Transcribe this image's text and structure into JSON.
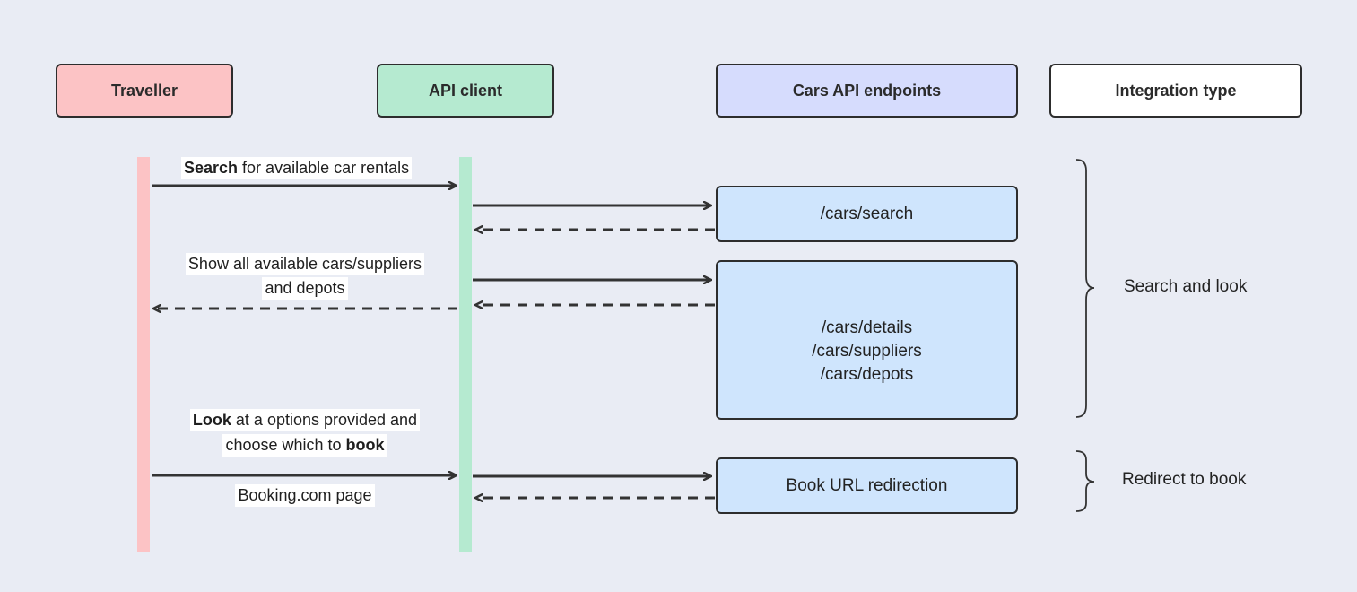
{
  "headers": {
    "traveller": "Traveller",
    "api_client": "API client",
    "endpoints": "Cars API endpoints",
    "integration": "Integration type"
  },
  "colors": {
    "traveller": "#fcc3c5",
    "api_client": "#b5ead0",
    "endpoints": "#d6dcfd",
    "integration": "#ffffff",
    "endpoint_box": "#cfe5fd",
    "background": "#e9ecf4"
  },
  "messages": {
    "search_bold": "Search",
    "search_rest": " for available car rentals",
    "show_line1": "Show all available cars/suppliers",
    "show_line2": "and depots",
    "look_bold": "Look",
    "look_rest": " at a options provided and",
    "choose_text": "choose which to ",
    "book_bold": "book",
    "booking_page": "Booking.com page"
  },
  "endpoints": {
    "search": "/cars/search",
    "details": "/cars/details",
    "suppliers": "/cars/suppliers",
    "depots": "/cars/depots",
    "book_url": "Book URL redirection"
  },
  "integration_types": {
    "search_and_look": "Search and look",
    "redirect_to_book": "Redirect to book"
  }
}
